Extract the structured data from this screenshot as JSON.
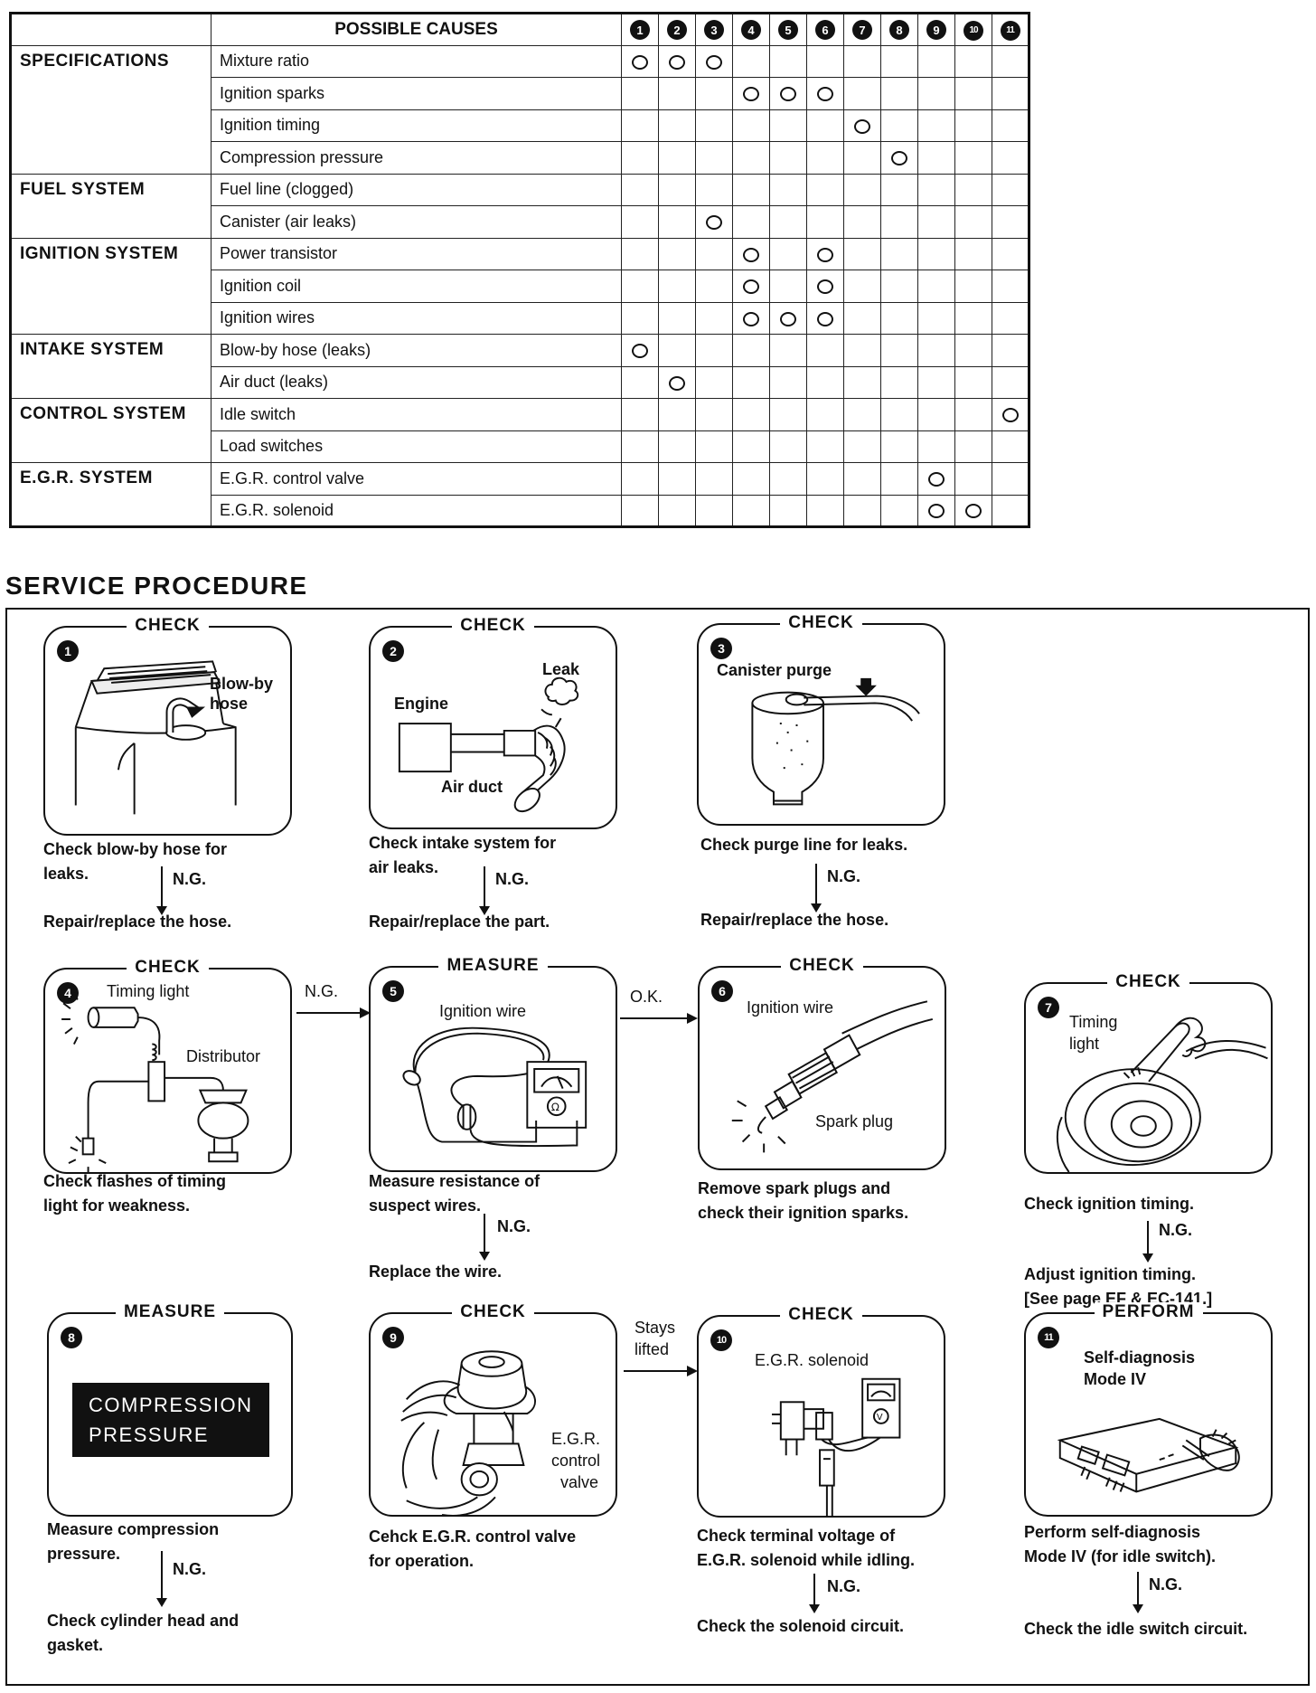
{
  "matrix": {
    "header": "POSSIBLE CAUSES",
    "columns": [
      "1",
      "2",
      "3",
      "4",
      "5",
      "6",
      "7",
      "8",
      "9",
      "10",
      "11"
    ],
    "groups": [
      {
        "name": "SPECIFICATIONS",
        "rows": [
          {
            "label": "Mixture ratio",
            "marks": [
              1,
              2,
              3
            ]
          },
          {
            "label": "Ignition sparks",
            "marks": [
              4,
              5,
              6
            ]
          },
          {
            "label": "Ignition timing",
            "marks": [
              7
            ]
          },
          {
            "label": "Compression pressure",
            "marks": [
              8
            ]
          }
        ]
      },
      {
        "name": "FUEL SYSTEM",
        "rows": [
          {
            "label": "Fuel line (clogged)",
            "marks": []
          },
          {
            "label": "Canister (air leaks)",
            "marks": [
              3
            ]
          }
        ]
      },
      {
        "name": "IGNITION SYSTEM",
        "rows": [
          {
            "label": "Power transistor",
            "marks": [
              4,
              6
            ]
          },
          {
            "label": "Ignition coil",
            "marks": [
              4,
              6
            ]
          },
          {
            "label": "Ignition wires",
            "marks": [
              4,
              5,
              6
            ]
          }
        ]
      },
      {
        "name": "INTAKE SYSTEM",
        "rows": [
          {
            "label": "Blow-by hose (leaks)",
            "marks": [
              1
            ]
          },
          {
            "label": "Air duct (leaks)",
            "marks": [
              2
            ]
          }
        ]
      },
      {
        "name": "CONTROL SYSTEM",
        "rows": [
          {
            "label": "Idle switch",
            "marks": [
              11
            ]
          },
          {
            "label": "Load switches",
            "marks": []
          }
        ]
      },
      {
        "name": "E.G.R. SYSTEM",
        "rows": [
          {
            "label": "E.G.R. control valve",
            "marks": [
              9
            ]
          },
          {
            "label": "E.G.R. solenoid",
            "marks": [
              9,
              10
            ]
          }
        ]
      }
    ]
  },
  "procedure": {
    "title": "SERVICE PROCEDURE",
    "ng": "N.G.",
    "ok": "O.K.",
    "stays_lifted_1": "Stays",
    "stays_lifted_2": "lifted",
    "steps": {
      "s1": {
        "num": "1",
        "label": "CHECK",
        "parts": {
          "hose": "Blow-by",
          "hose2": "hose"
        },
        "desc": [
          "Check blow-by hose for",
          "leaks."
        ],
        "result": "Repair/replace the hose."
      },
      "s2": {
        "num": "2",
        "label": "CHECK",
        "parts": {
          "leak": "Leak",
          "engine": "Engine",
          "duct": "Air duct"
        },
        "desc": [
          "Check intake system for",
          "air leaks."
        ],
        "result": "Repair/replace the part."
      },
      "s3": {
        "num": "3",
        "label": "CHECK",
        "parts": {
          "purge": "Canister purge"
        },
        "desc": [
          "Check purge line for leaks."
        ],
        "result": "Repair/replace the hose."
      },
      "s4": {
        "num": "4",
        "label": "CHECK",
        "parts": {
          "light": "Timing light",
          "dist": "Distributor"
        },
        "desc": [
          "Check flashes of timing",
          "light for weakness."
        ]
      },
      "s5": {
        "num": "5",
        "label": "MEASURE",
        "parts": {
          "wire": "Ignition wire"
        },
        "desc": [
          "Measure resistance of",
          "suspect wires."
        ],
        "result": "Replace the wire."
      },
      "s6": {
        "num": "6",
        "label": "CHECK",
        "parts": {
          "wire": "Ignition wire",
          "plug": "Spark plug"
        },
        "desc": [
          "Remove spark plugs and",
          "check their ignition sparks."
        ]
      },
      "s7": {
        "num": "7",
        "label": "CHECK",
        "parts": {
          "light1": "Timing",
          "light2": "light"
        },
        "desc": [
          "Check ignition timing."
        ],
        "result": [
          "Adjust ignition timing.",
          "[See page EF & EC-141.]"
        ]
      },
      "s8": {
        "num": "8",
        "label": "MEASURE",
        "parts": {
          "box1": "COMPRESSION",
          "box2": "PRESSURE"
        },
        "desc": [
          "Measure compression",
          "pressure."
        ],
        "result": [
          "Check cylinder head and",
          "gasket."
        ]
      },
      "s9": {
        "num": "9",
        "label": "CHECK",
        "parts": {
          "v1": "E.G.R.",
          "v2": "control",
          "v3": "valve"
        },
        "desc": [
          "Cehck E.G.R. control valve",
          "for operation."
        ]
      },
      "s10": {
        "num": "10",
        "label": "CHECK",
        "parts": {
          "sol": "E.G.R. solenoid"
        },
        "desc": [
          "Check terminal voltage of",
          "E.G.R. solenoid while idling."
        ],
        "result": "Check the solenoid circuit."
      },
      "s11": {
        "num": "11",
        "label": "PERFORM",
        "parts": {
          "sd1": "Self-diagnosis",
          "sd2": "Mode IV"
        },
        "desc": [
          "Perform self-diagnosis",
          "Mode IV (for idle switch)."
        ],
        "result": "Check the idle switch circuit."
      }
    }
  }
}
